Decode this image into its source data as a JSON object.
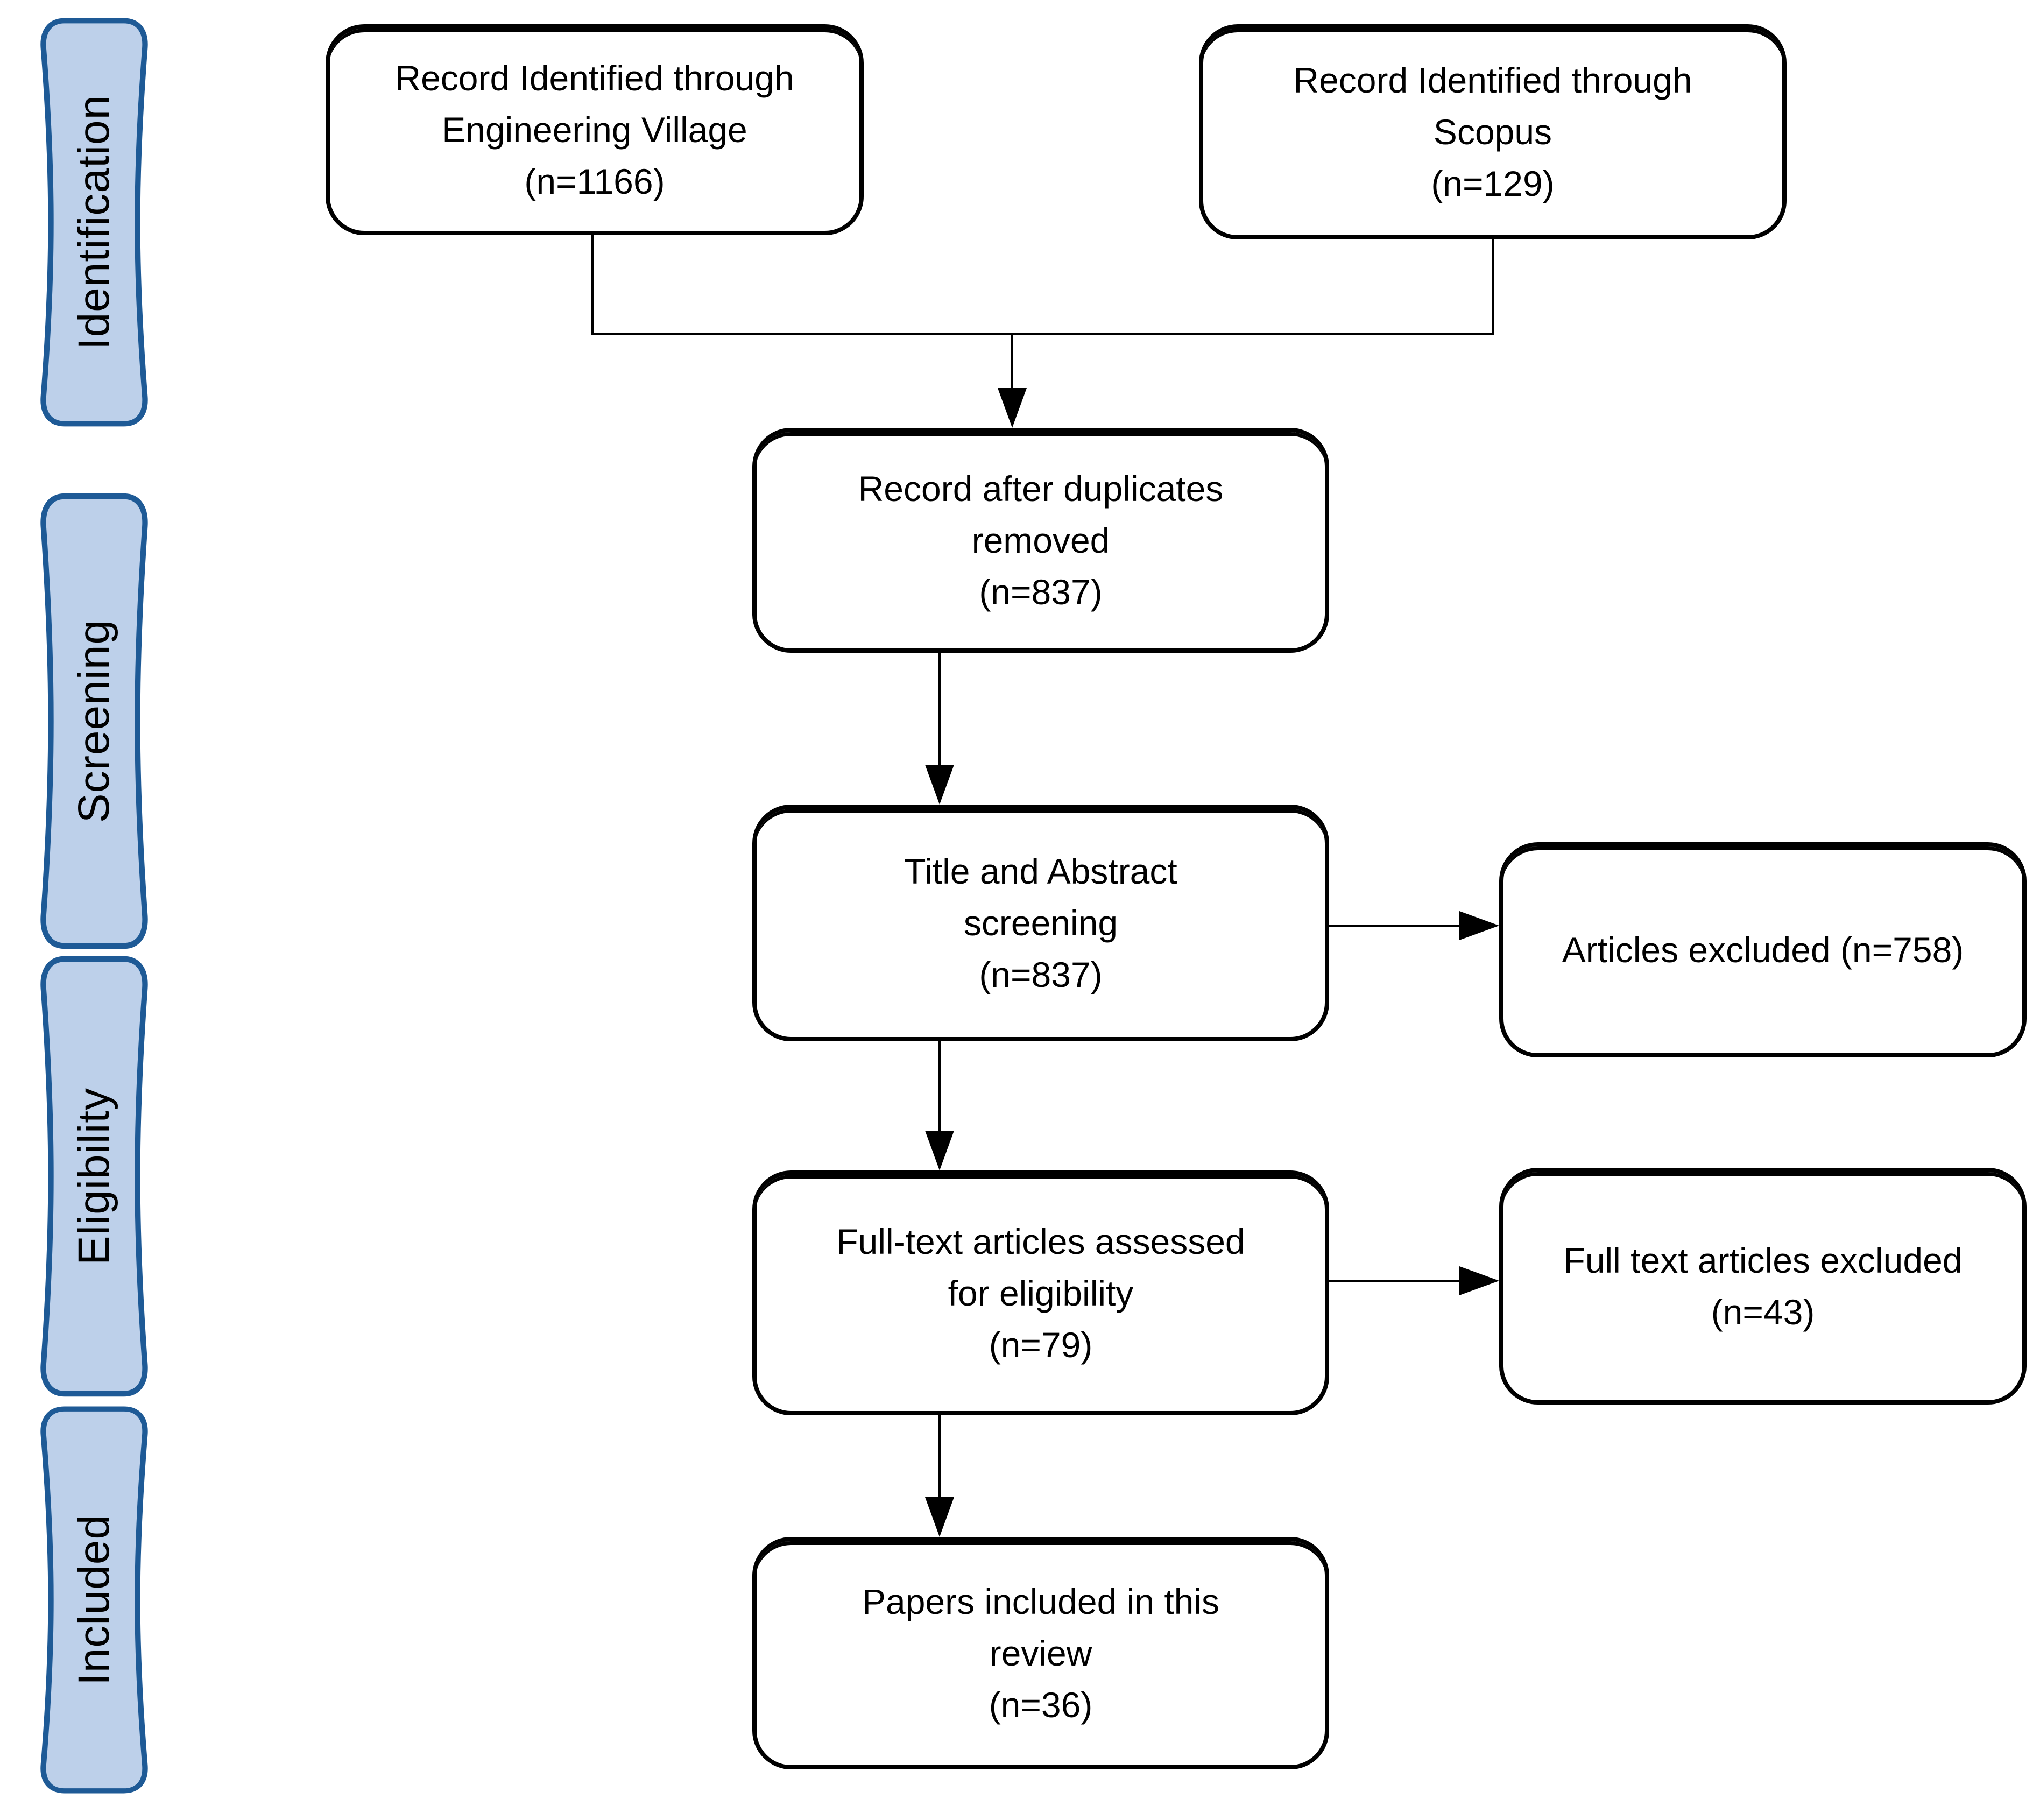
{
  "stages": [
    {
      "id": "identification",
      "label": "Identification"
    },
    {
      "id": "screening",
      "label": "Screening"
    },
    {
      "id": "eligibility",
      "label": "Eligibility"
    },
    {
      "id": "included",
      "label": "Included"
    }
  ],
  "boxes": {
    "engineering_village": {
      "lines": [
        "Record Identified through",
        "Engineering Village",
        "(n=1166)"
      ]
    },
    "scopus": {
      "lines": [
        "Record Identified through",
        "Scopus",
        "(n=129)"
      ]
    },
    "duplicates_removed": {
      "lines": [
        "Record after duplicates",
        "removed",
        "(n=837)"
      ]
    },
    "title_abstract_screening": {
      "lines": [
        "Title and Abstract",
        "screening",
        "(n=837)"
      ]
    },
    "articles_excluded": {
      "lines": [
        "Articles excluded (n=758)"
      ]
    },
    "fulltext_assessed": {
      "lines": [
        "Full-text articles assessed",
        "for eligibility",
        "(n=79)"
      ]
    },
    "fulltext_excluded": {
      "lines": [
        "Full text articles excluded",
        "(n=43)"
      ]
    },
    "papers_included": {
      "lines": [
        "Papers included in this",
        "review",
        "(n=36)"
      ]
    }
  },
  "counts": {
    "engineering_village": 1166,
    "scopus": 129,
    "after_duplicates": 837,
    "title_abstract_screened": 837,
    "articles_excluded": 758,
    "fulltext_assessed": 79,
    "fulltext_excluded": 43,
    "papers_included": 36
  },
  "colors": {
    "stage_fill": "#bdd0ea",
    "stage_border": "#1e5a96",
    "box_border": "#000000",
    "connector": "#000000",
    "background": "#ffffff"
  }
}
